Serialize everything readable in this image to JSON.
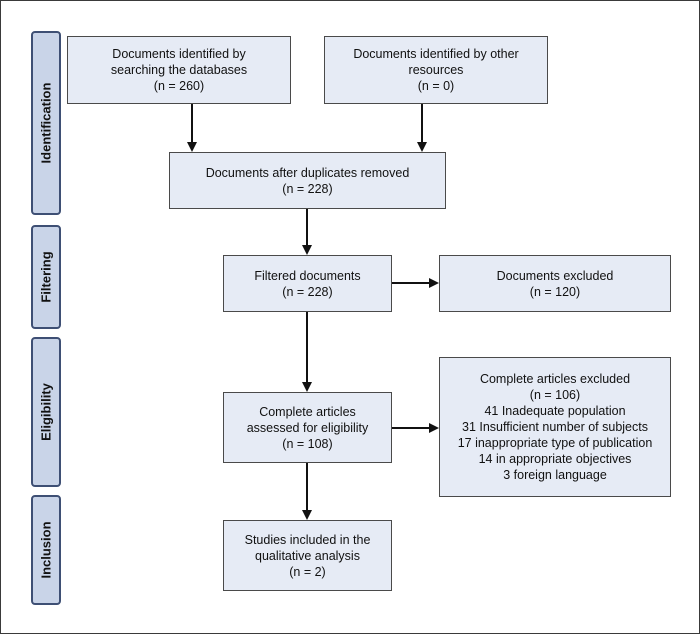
{
  "stages": [
    {
      "id": "identification",
      "label": "Identification"
    },
    {
      "id": "filtering",
      "label": "Filtering"
    },
    {
      "id": "eligibility",
      "label": "Eligibility"
    },
    {
      "id": "inclusion",
      "label": "Inclusion"
    }
  ],
  "boxes": {
    "databases": {
      "line1": "Documents identified by",
      "line2": "searching the databases",
      "line3": "(n = 260)"
    },
    "other": {
      "line1": "Documents identified by other",
      "line2": "resources",
      "line3": "(n = 0)"
    },
    "duplicates": {
      "line1": "Documents after duplicates removed",
      "line2": "(n = 228)"
    },
    "filtered": {
      "line1": "Filtered documents",
      "line2": "(n = 228)"
    },
    "excluded": {
      "line1": "Documents excluded",
      "line2": "(n = 120)"
    },
    "assessed": {
      "line1": "Complete articles",
      "line2": "assessed for eligibility",
      "line3": "(n = 108)"
    },
    "articles_excluded": {
      "line1": "Complete articles excluded",
      "line2": "(n = 106)",
      "reasons": [
        "41 Inadequate population",
        "31 Insufficient number of subjects",
        "17 inappropriate type of publication",
        "14 in appropriate objectives",
        "3 foreign language"
      ]
    },
    "included": {
      "line1": "Studies included in the",
      "line2": "qualitative analysis",
      "line3": "(n = 2)"
    }
  }
}
